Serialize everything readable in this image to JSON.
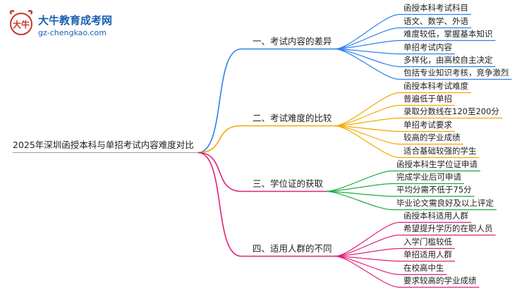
{
  "logo": {
    "title": "大牛教育成考网",
    "url": "gz-chengkao.com",
    "mark_text": "大牛"
  },
  "root": "2025年深圳函授本科与单招考试内容难度对比",
  "colors": [
    "#2f80ed",
    "#f2a900",
    "#e0207a",
    "#1faa47",
    "#e0207a"
  ],
  "branches": [
    {
      "label": "一、考试内容的差异",
      "leaves": [
        "函授本科考试科目",
        "语文、数学、外语",
        "难度较低，掌握基本知识",
        "单招考试内容",
        "多样化，由高校自主决定",
        "包括专业知识考核，竞争激烈"
      ]
    },
    {
      "label": "二、考试难度的比较",
      "leaves": [
        "函授本科考试难度",
        "普遍低于单招",
        "录取分数线在120至200分",
        "单招考试要求",
        "较高的学业成绩",
        "适合基础较强的学生"
      ]
    },
    {
      "label": "三、学位证的获取",
      "leaves": [
        "函授本科生学位证申请",
        "完成学业后可申请",
        "平均分需不低于75分",
        "毕业论文需良好及以上评定"
      ]
    },
    {
      "label": "四、适用人群的不同",
      "leaves": [
        "函授本科适用人群",
        "希望提升学历的在职人员",
        "入学门槛较低",
        "单招适用人群",
        "在校高中生",
        "要求较高的学业成绩"
      ]
    }
  ]
}
